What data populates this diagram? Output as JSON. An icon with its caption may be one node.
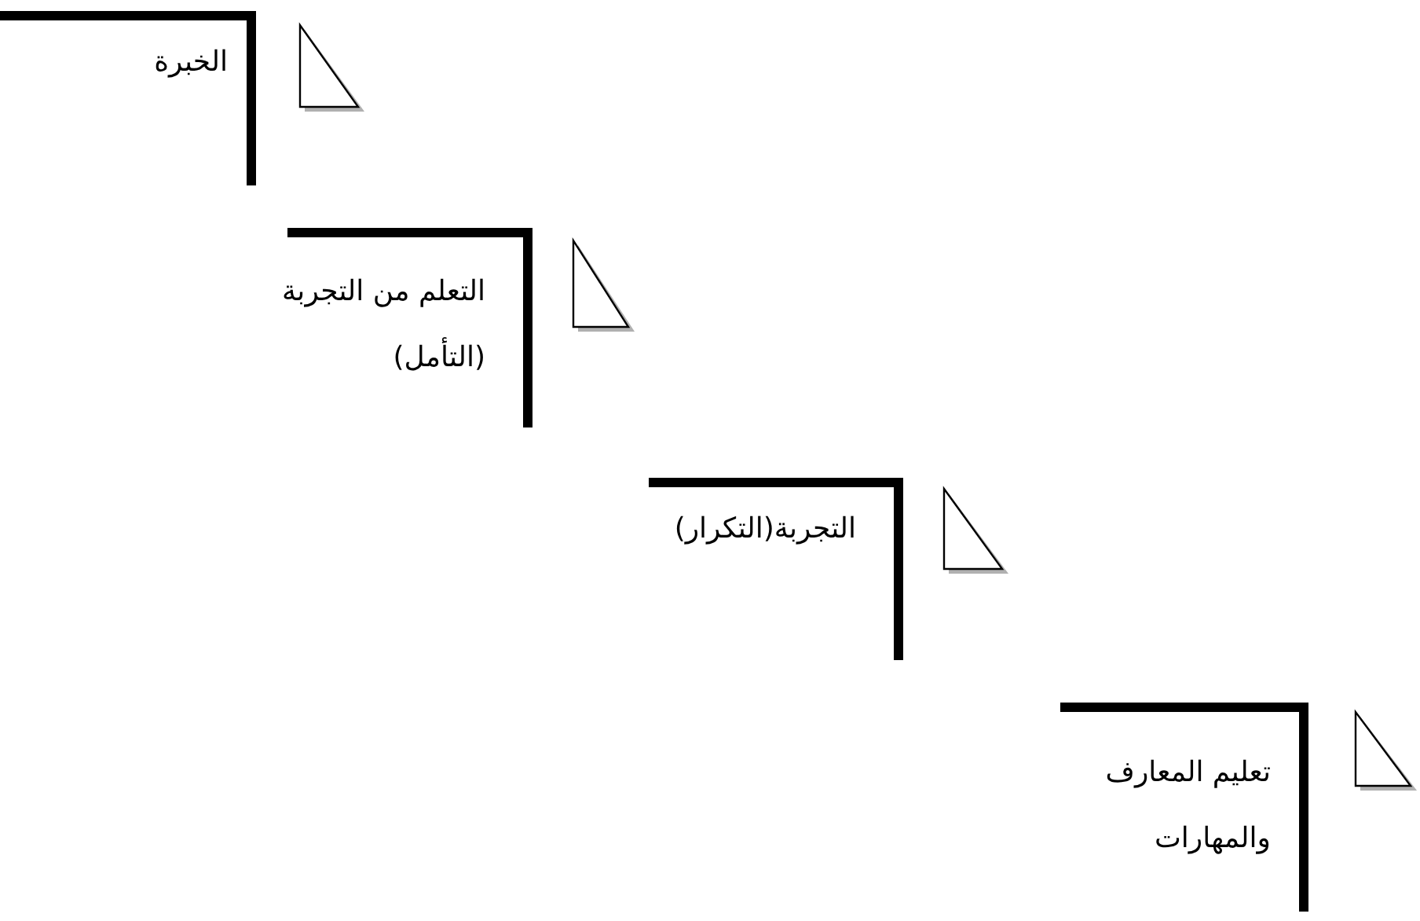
{
  "diagram": {
    "nodes": [
      {
        "text": [
          "الخبرة"
        ]
      },
      {
        "text": [
          "التعلم من التجربة (التأمل)"
        ]
      },
      {
        "text": [
          "التجربة(التكرار)"
        ]
      },
      {
        "text": [
          "تعليم المعارف والمهارات"
        ]
      }
    ]
  }
}
